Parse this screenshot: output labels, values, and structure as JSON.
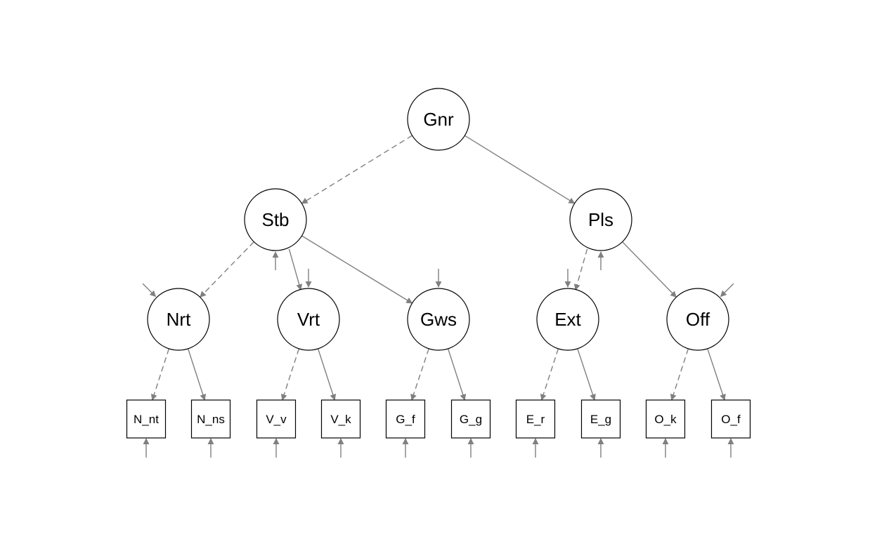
{
  "nodes": {
    "latent": [
      {
        "id": "Gnr",
        "label": "Gnr"
      },
      {
        "id": "Stb",
        "label": "Stb"
      },
      {
        "id": "Pls",
        "label": "Pls"
      },
      {
        "id": "Nrt",
        "label": "Nrt"
      },
      {
        "id": "Vrt",
        "label": "Vrt"
      },
      {
        "id": "Gws",
        "label": "Gws"
      },
      {
        "id": "Ext",
        "label": "Ext"
      },
      {
        "id": "Off",
        "label": "Off"
      }
    ],
    "manifest": [
      {
        "id": "N_nt",
        "label": "N_nt"
      },
      {
        "id": "N_ns",
        "label": "N_ns"
      },
      {
        "id": "V_v",
        "label": "V_v"
      },
      {
        "id": "V_k",
        "label": "V_k"
      },
      {
        "id": "G_f",
        "label": "G_f"
      },
      {
        "id": "G_g",
        "label": "G_g"
      },
      {
        "id": "E_r",
        "label": "E_r"
      },
      {
        "id": "E_g",
        "label": "E_g"
      },
      {
        "id": "O_k",
        "label": "O_k"
      },
      {
        "id": "O_f",
        "label": "O_f"
      }
    ]
  },
  "edges": [
    {
      "from": "Gnr",
      "to": "Stb",
      "style": "dashed"
    },
    {
      "from": "Gnr",
      "to": "Pls",
      "style": "solid"
    },
    {
      "from": "Stb",
      "to": "Nrt",
      "style": "dashed"
    },
    {
      "from": "Stb",
      "to": "Vrt",
      "style": "solid"
    },
    {
      "from": "Stb",
      "to": "Gws",
      "style": "solid"
    },
    {
      "from": "Pls",
      "to": "Ext",
      "style": "dashed"
    },
    {
      "from": "Pls",
      "to": "Off",
      "style": "solid"
    },
    {
      "from": "Nrt",
      "to": "N_nt",
      "style": "dashed"
    },
    {
      "from": "Nrt",
      "to": "N_ns",
      "style": "solid"
    },
    {
      "from": "Vrt",
      "to": "V_v",
      "style": "dashed"
    },
    {
      "from": "Vrt",
      "to": "V_k",
      "style": "solid"
    },
    {
      "from": "Gws",
      "to": "G_f",
      "style": "dashed"
    },
    {
      "from": "Gws",
      "to": "G_g",
      "style": "solid"
    },
    {
      "from": "Ext",
      "to": "E_r",
      "style": "dashed"
    },
    {
      "from": "Ext",
      "to": "E_g",
      "style": "solid"
    },
    {
      "from": "Off",
      "to": "O_k",
      "style": "dashed"
    },
    {
      "from": "Off",
      "to": "O_f",
      "style": "solid"
    }
  ],
  "residual_targets": [
    "Stb",
    "Pls",
    "Nrt",
    "Vrt",
    "Gws",
    "Ext",
    "Off",
    "N_nt",
    "N_ns",
    "V_v",
    "V_k",
    "G_f",
    "G_g",
    "E_r",
    "E_g",
    "O_k",
    "O_f"
  ],
  "colors": {
    "edge": "#808080",
    "node_stroke": "#000000",
    "node_fill": "#ffffff",
    "background": "#ffffff"
  }
}
